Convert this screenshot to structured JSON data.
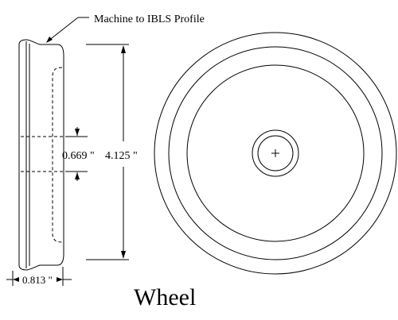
{
  "diagram": {
    "title": "Wheel",
    "note": "Machine to IBLS Profile",
    "dimensions": {
      "overall_diameter": "4.125 \"",
      "hub_bore": "0.669 \"",
      "width": "0.813 \""
    }
  }
}
